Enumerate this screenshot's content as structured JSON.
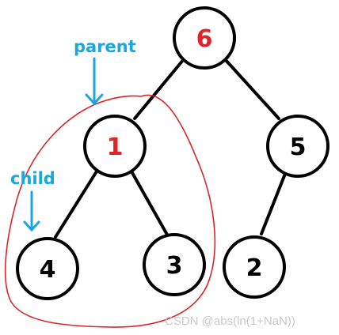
{
  "nodes": [
    {
      "id": "root",
      "value": "6",
      "color": "#e0242a"
    },
    {
      "id": "left",
      "value": "1",
      "color": "#e0242a"
    },
    {
      "id": "right",
      "value": "5",
      "color": "#000000"
    },
    {
      "id": "left-left",
      "value": "4",
      "color": "#000000"
    },
    {
      "id": "left-right",
      "value": "3",
      "color": "#000000"
    },
    {
      "id": "right-left",
      "value": "2",
      "color": "#000000"
    }
  ],
  "annotations": {
    "parent": "parent",
    "child": "child",
    "color": "#1aa6e0"
  },
  "highlight_color": "#d9262b",
  "watermark": "CSDN @abs(ln(1+NaN))"
}
